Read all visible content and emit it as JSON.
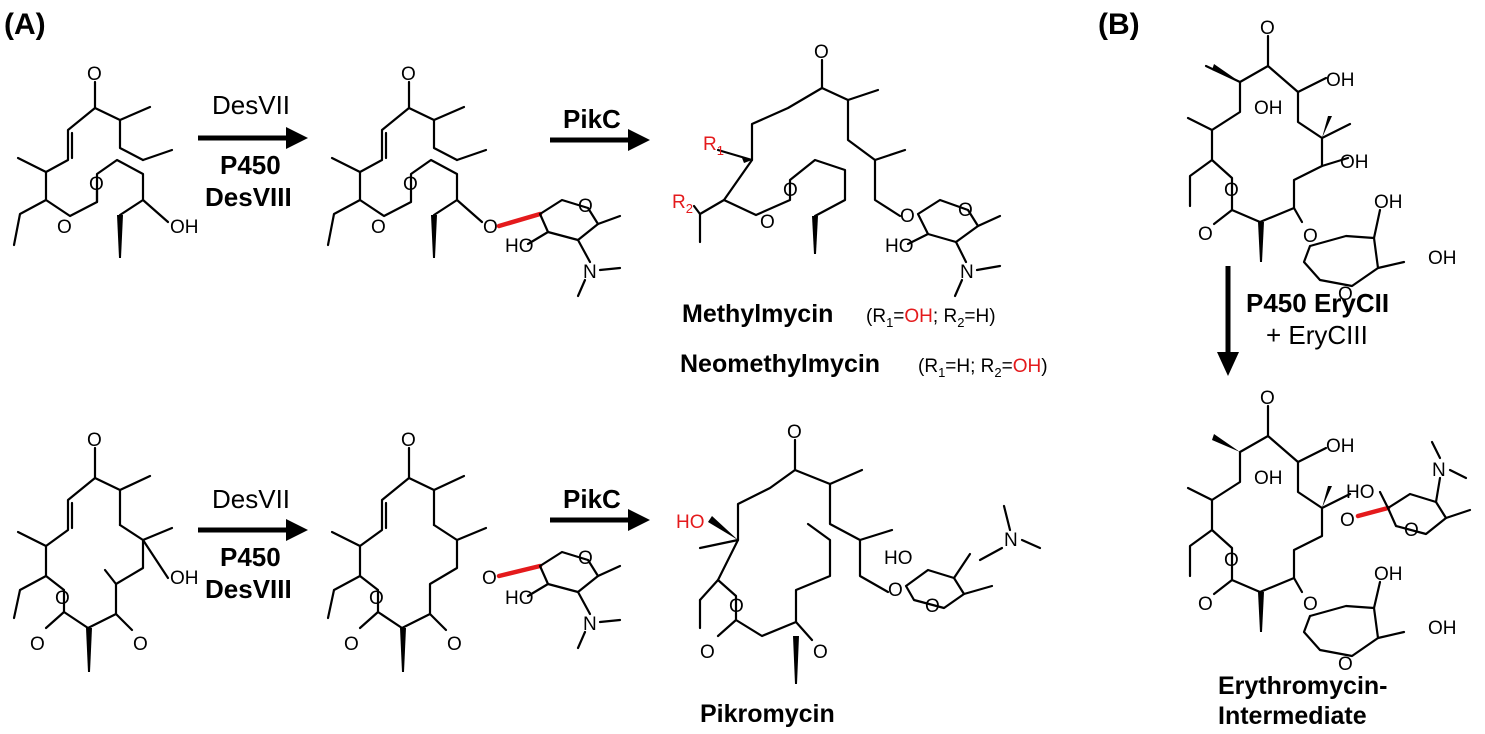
{
  "panels": {
    "a": "(A)",
    "b": "(B)"
  },
  "enzymes": {
    "desvii": "DesVII",
    "p450": "P450",
    "desviii": "DesVIII",
    "pikc": "PikC",
    "p450_eryc": "P450 EryCII",
    "eryciii": "+ EryCIII"
  },
  "compounds": {
    "methylmycin": "Methylmycin",
    "methylmycin_note": {
      "open": "(R",
      "s1": "1",
      "eq1": "=",
      "oh1": "OH",
      "mid": "; R",
      "s2": "2",
      "tail": "=H)"
    },
    "neomethylmycin": "Neomethylmycin",
    "neomethylmycin_note": {
      "open": "(R",
      "s1": "1",
      "mid": "=H; R",
      "s2": "2",
      "eq": "=",
      "oh": "OH",
      "close": ")"
    },
    "pikromycin": "Pikromycin",
    "ery_line1": "Erythromycin-",
    "ery_line2": "Intermediate"
  },
  "atoms": {
    "o": "O",
    "oh": "OH",
    "ho": "HO",
    "n": "N",
    "r1": "R",
    "r1_sub": "1",
    "r2": "R",
    "r2_sub": "2"
  },
  "colors": {
    "highlight": "#e41a1c",
    "ink": "#000000"
  }
}
